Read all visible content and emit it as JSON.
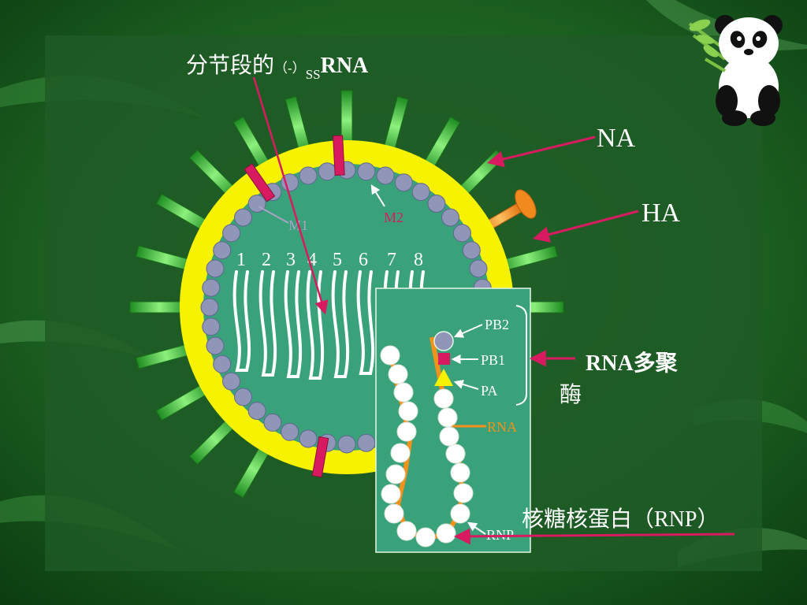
{
  "title": {
    "prefix": "分节段的",
    "paren": "（-）",
    "sub": "SS",
    "suffix": "RNA"
  },
  "labels": {
    "na": "NA",
    "ha": "HA",
    "m1": "M1",
    "m2": "M2",
    "polymerase_line1": "RNA多聚",
    "polymerase_line2": "酶",
    "rnp_caption": "核糖核蛋白（RNP）"
  },
  "segments": [
    "1",
    "2",
    "3",
    "4",
    "5",
    "6",
    "7",
    "8"
  ],
  "inset": {
    "pb2": "PB2",
    "pb1": "PB1",
    "pa": "PA",
    "rna": "RNA",
    "rnp": "RNP"
  },
  "colors": {
    "background": "#1b5e20",
    "panel": "#1f5a26",
    "envelope": "#f7f200",
    "core": "#3aa27a",
    "matrix_bead": "#8f96b8",
    "ha_spike": "#3fc03a",
    "na_spike": "#f08a1c",
    "m2_channel": "#d81b60",
    "arrow": "#d81b60",
    "rna_strand": "#f2911b",
    "m1_label": "#a9a3c8"
  },
  "mascot": "panda-with-bamboo"
}
